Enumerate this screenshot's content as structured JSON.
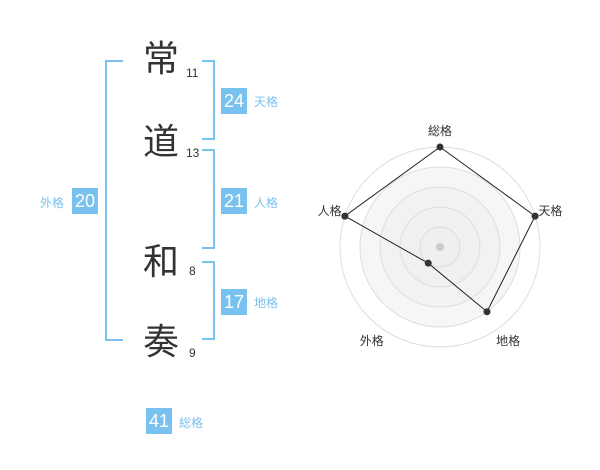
{
  "name": {
    "chars": [
      {
        "kanji": "常",
        "strokes": "11"
      },
      {
        "kanji": "道",
        "strokes": "13"
      },
      {
        "kanji": "和",
        "strokes": "8"
      },
      {
        "kanji": "奏",
        "strokes": "9"
      }
    ]
  },
  "kakusu": {
    "tenkaku": {
      "value": "24",
      "label": "天格"
    },
    "jinkaku": {
      "value": "21",
      "label": "人格"
    },
    "chikaku": {
      "value": "17",
      "label": "地格"
    },
    "gaikaku": {
      "value": "20",
      "label": "外格"
    },
    "soukaku": {
      "value": "41",
      "label": "総格"
    }
  },
  "colors": {
    "accent": "#79c1ee",
    "text": "#333333"
  },
  "chart_data": {
    "type": "radar",
    "axes": [
      "総格",
      "天格",
      "地格",
      "外格",
      "人格"
    ],
    "levels": 5,
    "max": 5,
    "values": [
      5,
      5,
      4,
      1,
      5
    ]
  }
}
